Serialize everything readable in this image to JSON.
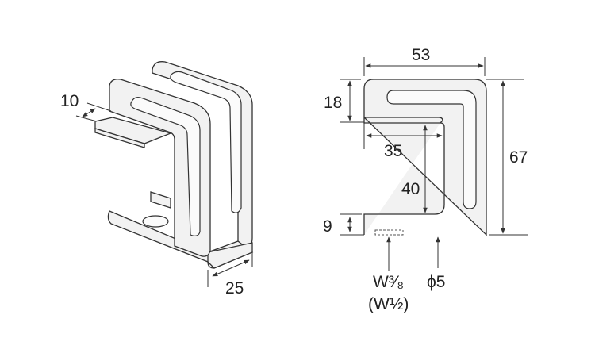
{
  "iso_view": {
    "dims": {
      "lip_width": "10",
      "depth": "25"
    }
  },
  "side_view": {
    "dims": {
      "width": "53",
      "height": "67",
      "top_arm": "18",
      "opening_depth": "35",
      "opening_height": "40",
      "bottom_arm": "9"
    },
    "callouts": {
      "thread": "W³⁄₈",
      "thread_alt": "(W½)",
      "hole": "ϕ5"
    }
  }
}
